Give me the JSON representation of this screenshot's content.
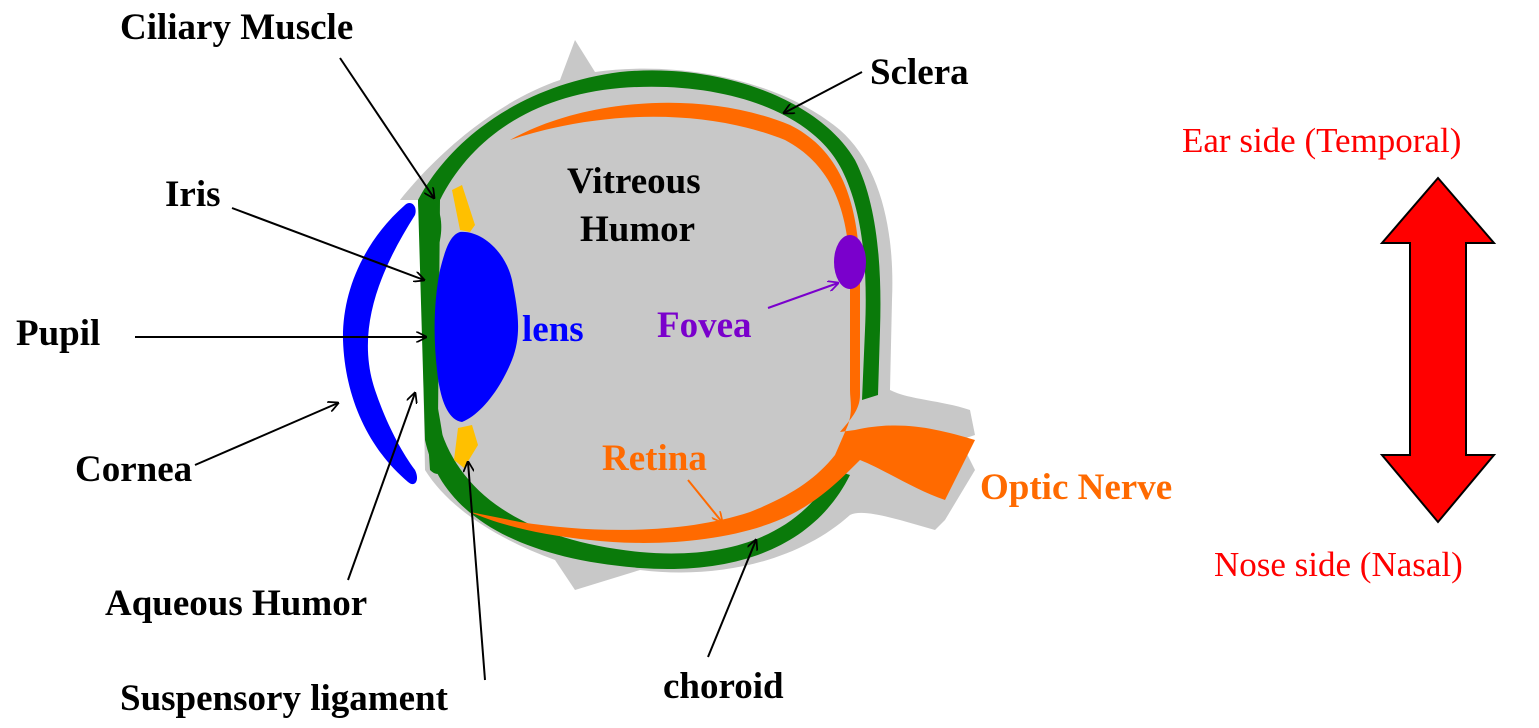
{
  "colors": {
    "sclera": "#c8c8c8",
    "choroid": "#0a7a0a",
    "retina": "#ff6a00",
    "lens": "#0000ff",
    "cornea": "#0000ff",
    "ligament": "#ffc000",
    "fovea": "#7a00cc",
    "direction": "#ff0000",
    "lens_label": "#0000ff",
    "retina_label": "#ff6a00",
    "optic_label": "#ff6a00",
    "fovea_label": "#7a00cc",
    "direction_text": "#ff0000"
  },
  "labels": {
    "ciliary_muscle": "Ciliary Muscle",
    "sclera": "Sclera",
    "iris": "Iris",
    "vitreous_line1": "Vitreous",
    "vitreous_line2": "Humor",
    "pupil": "Pupil",
    "lens": "lens",
    "fovea": "Fovea",
    "cornea": "Cornea",
    "retina": "Retina",
    "optic_nerve": "Optic Nerve",
    "aqueous_humor": "Aqueous Humor",
    "suspensory_ligament": "Suspensory ligament",
    "choroid": "choroid"
  },
  "orientation": {
    "top": "Ear side (Temporal)",
    "bottom": "Nose side (Nasal)",
    "arrow_icon": "double-headed-arrow-icon"
  }
}
